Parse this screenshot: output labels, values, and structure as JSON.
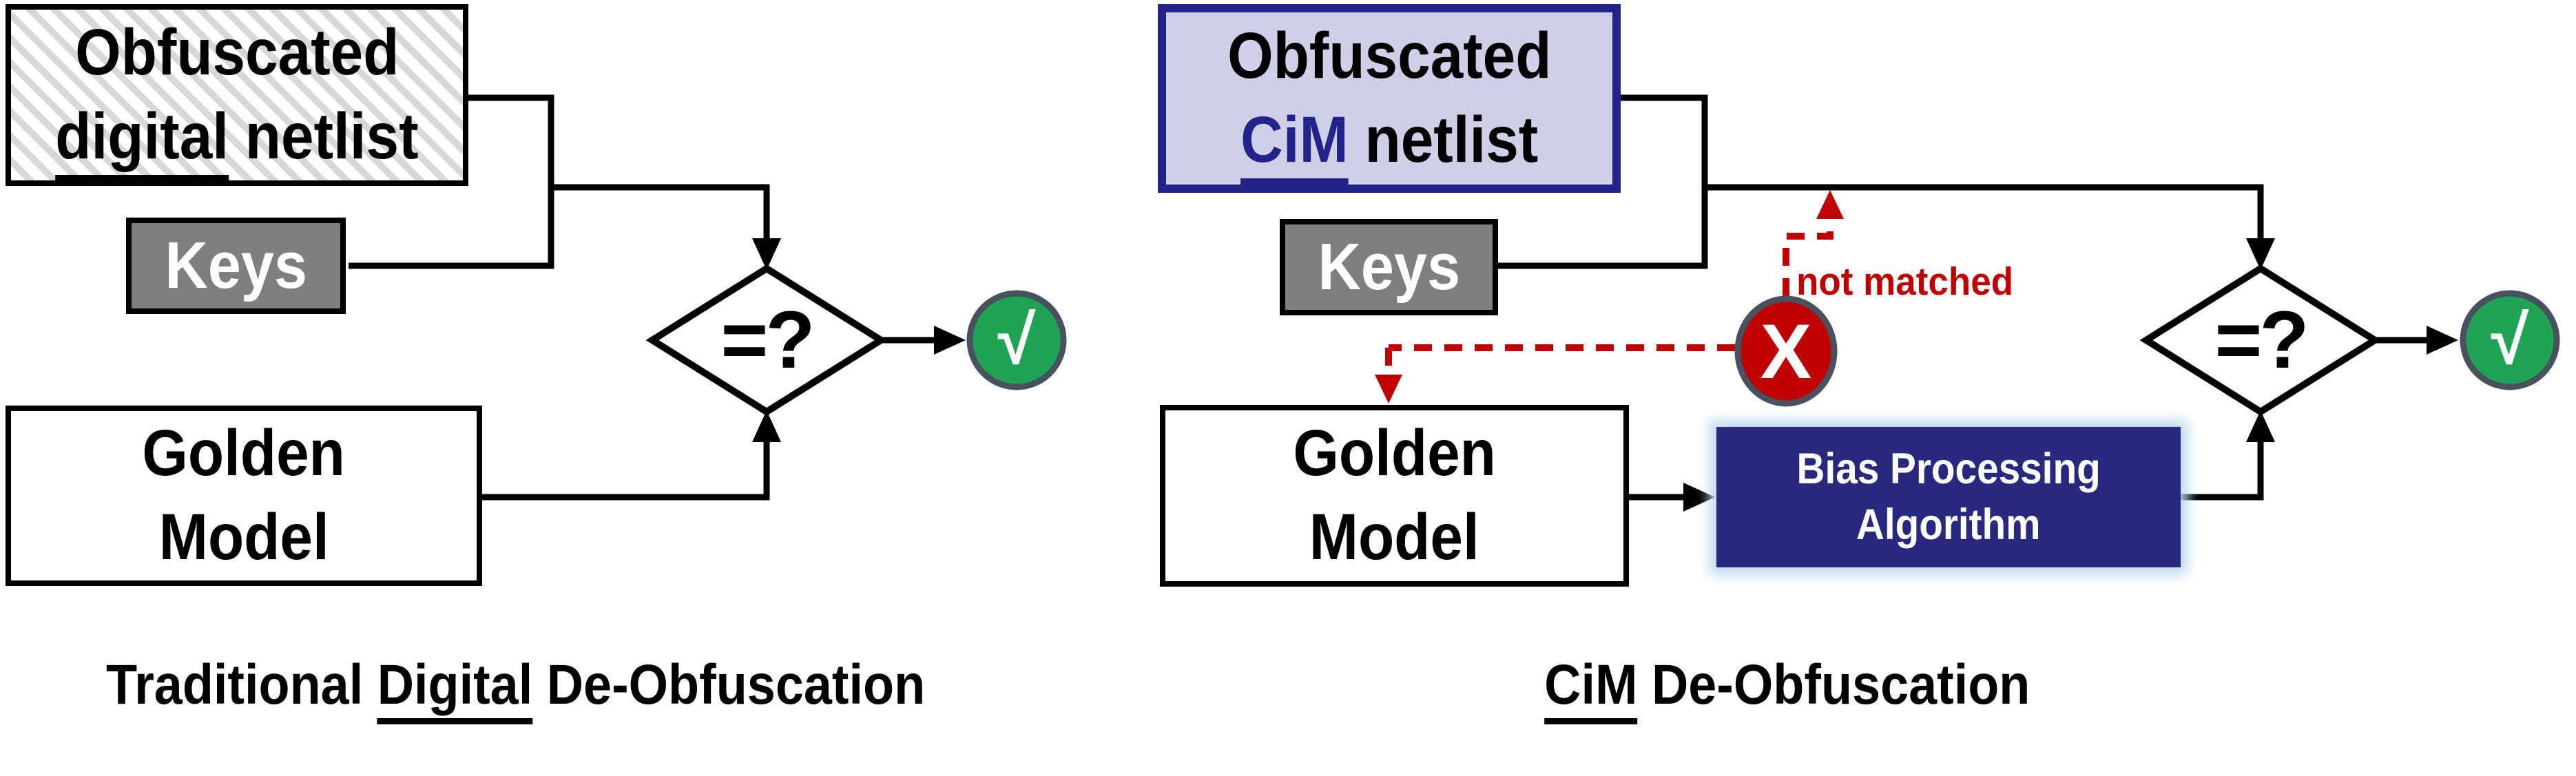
{
  "colors": {
    "navy": "#23238C",
    "navy-fill": "#28287E",
    "lavender": "#CFCFE8",
    "gray": "#7F7F7F",
    "red": "#C00000",
    "green": "#1FA355",
    "slate": "#47525E",
    "hatch": "#D8D8D8",
    "glow": "#BDD7EE",
    "black": "#000000"
  },
  "left": {
    "netlist_line1": "Obfuscated",
    "netlist_word_underlined": "digital",
    "netlist_word_rest": " netlist",
    "keys": "Keys",
    "golden_line1": "Golden",
    "golden_line2": "Model",
    "decision": "=?",
    "check": "√",
    "caption_pre": "Traditional ",
    "caption_underlined": "Digital",
    "caption_post": " De-Obfuscation"
  },
  "right": {
    "netlist_line1": "Obfuscated",
    "netlist_word_underlined": "CiM",
    "netlist_word_rest": " netlist",
    "keys": "Keys",
    "golden_line1": "Golden",
    "golden_line2": "Model",
    "bias_line1": "Bias Processing",
    "bias_line2": "Algorithm",
    "decision": "=?",
    "check": "√",
    "cross": "X",
    "not_matched": "not matched",
    "caption_underlined": "CiM",
    "caption_post": " De-Obfuscation"
  }
}
